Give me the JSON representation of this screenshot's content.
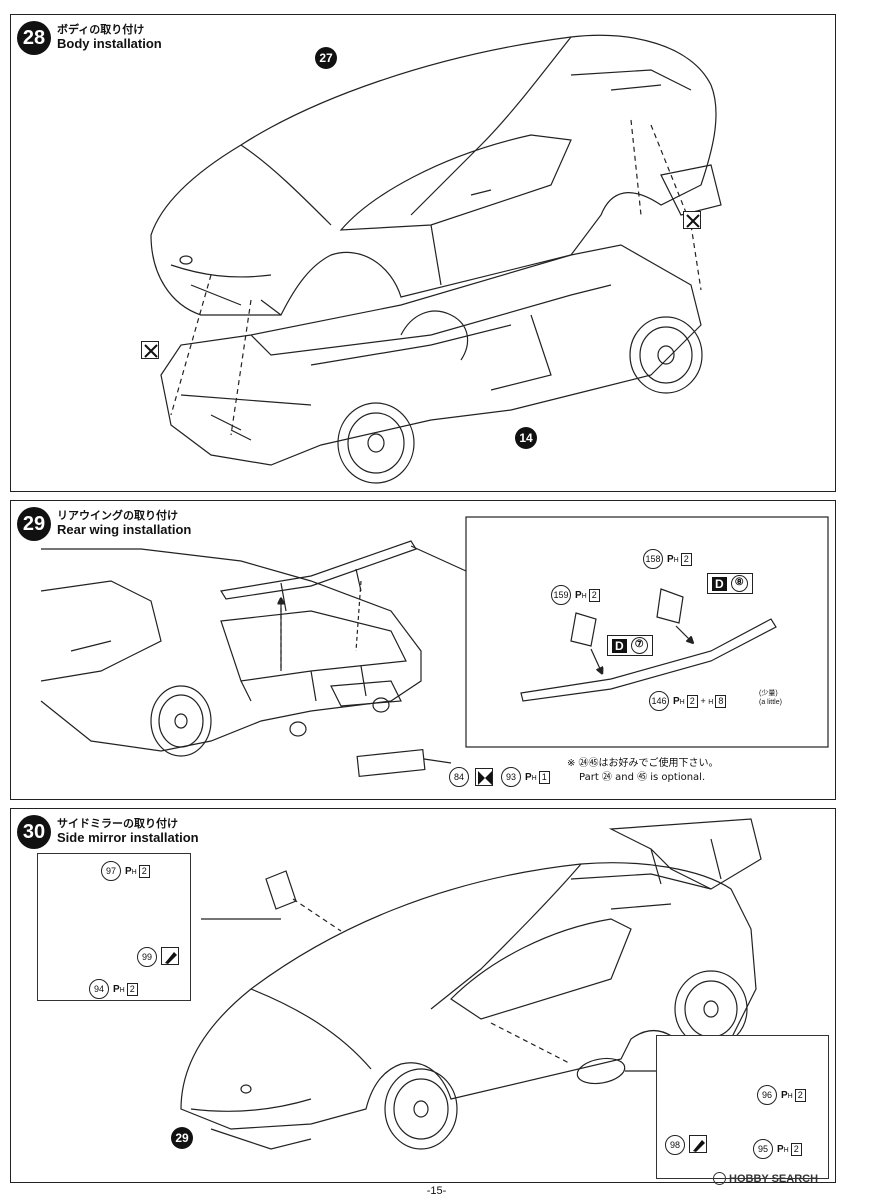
{
  "steps": [
    {
      "number": "28",
      "title_jp": "ボディの取り付け",
      "title_en": "Body installation",
      "callouts": [
        "27",
        "14"
      ]
    },
    {
      "number": "29",
      "title_jp": "リアウイングの取り付け",
      "title_en": "Rear wing installation",
      "parts": [
        {
          "num": "158",
          "paint": "P",
          "paint_sub": "H",
          "code": "2"
        },
        {
          "num": "159",
          "paint": "P",
          "paint_sub": "H",
          "code": "2"
        },
        {
          "num": "146",
          "paint": "P",
          "paint_sub": "H",
          "code": "2",
          "extra_sub": "H",
          "extra_code": "8",
          "extra_note_jp": "(少量)",
          "extra_note_en": "(a little)"
        },
        {
          "num": "84"
        },
        {
          "num": "93",
          "paint": "P",
          "paint_sub": "H",
          "code": "1"
        }
      ],
      "decals": [
        {
          "letter": "D",
          "num": "⑧"
        },
        {
          "letter": "D",
          "num": "⑦"
        }
      ],
      "note_jp": "※ ㉔㊺はお好みでご使用下さい。",
      "note_en": "Part ㉔ and ㊺ is optional."
    },
    {
      "number": "30",
      "title_jp": "サイドミラーの取り付け",
      "title_en": "Side mirror installation",
      "parts": [
        {
          "num": "97",
          "paint": "P",
          "paint_sub": "H",
          "code": "2"
        },
        {
          "num": "99"
        },
        {
          "num": "94",
          "paint": "P",
          "paint_sub": "H",
          "code": "2"
        },
        {
          "num": "96",
          "paint": "P",
          "paint_sub": "H",
          "code": "2"
        },
        {
          "num": "98"
        },
        {
          "num": "95",
          "paint": "P",
          "paint_sub": "H",
          "code": "2"
        }
      ],
      "callouts": [
        "29"
      ]
    }
  ],
  "page_number": "-15-",
  "watermark": "HOBBY SEARCH"
}
